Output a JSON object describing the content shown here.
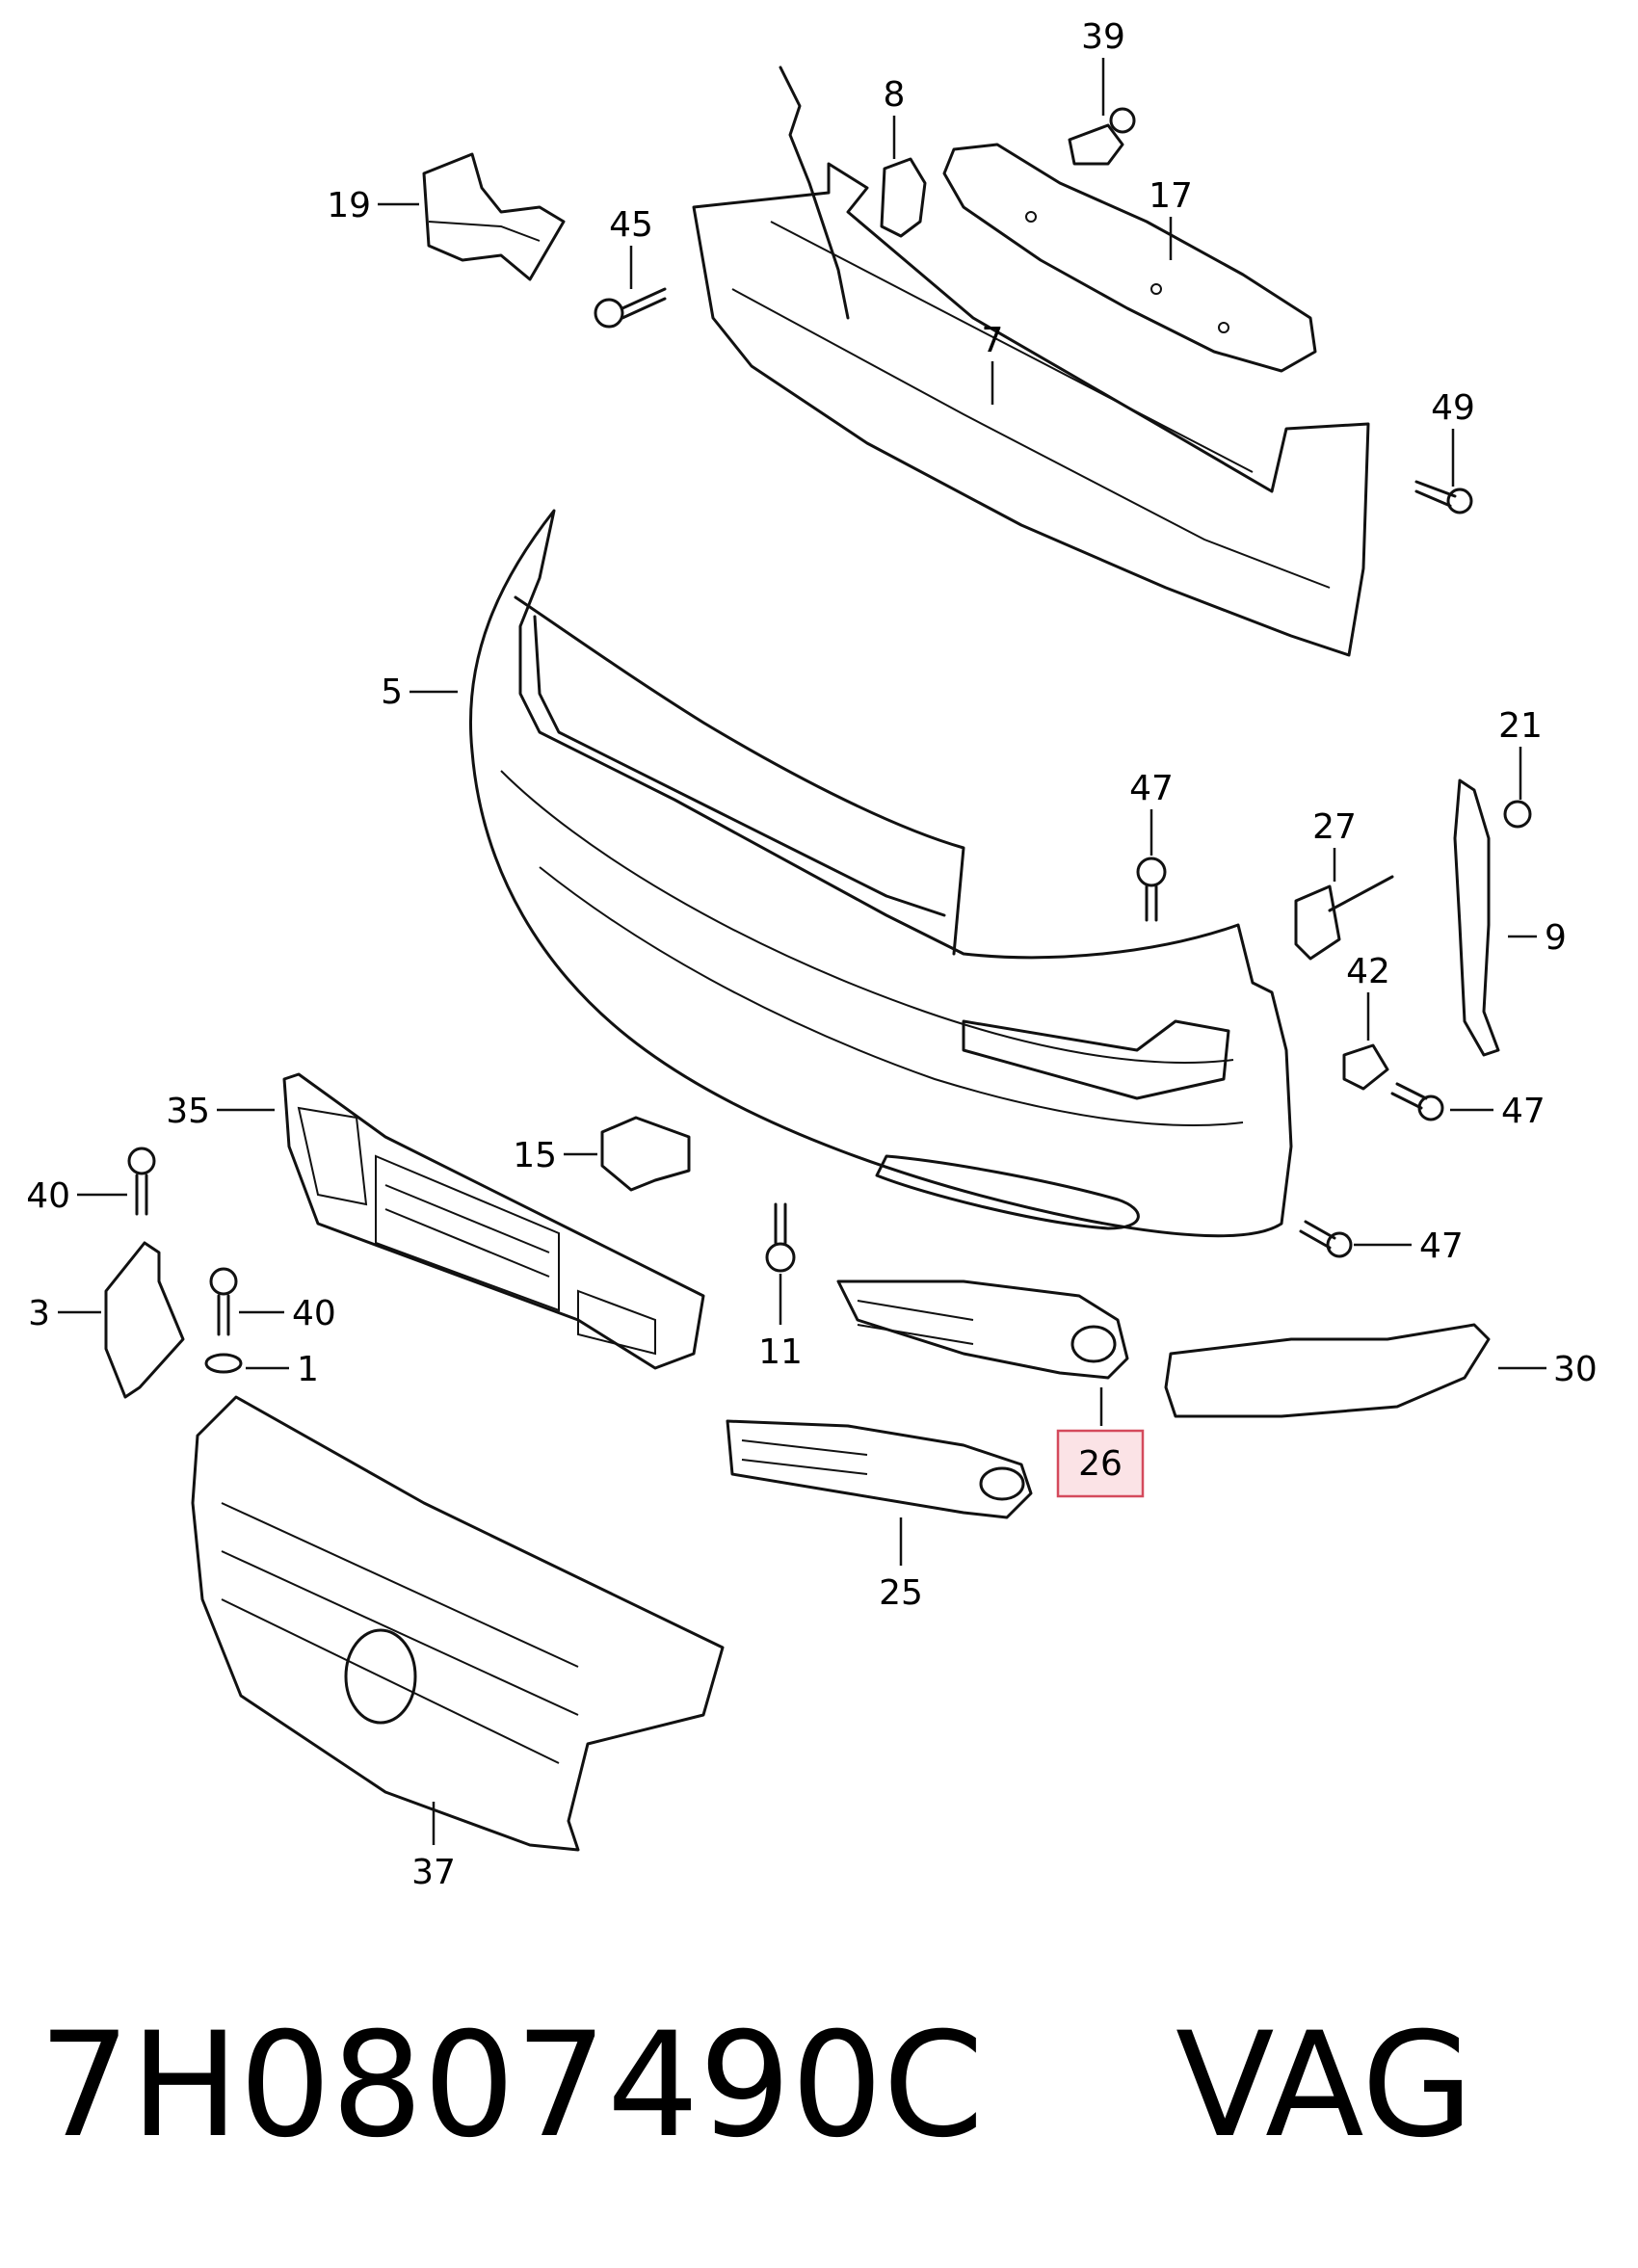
{
  "callouts": {
    "c39": "39",
    "c8": "8",
    "c17": "17",
    "c19": "19",
    "c45": "45",
    "c7": "7",
    "c49": "49",
    "c5": "5",
    "c21": "21",
    "c47a": "47",
    "c27": "27",
    "c9": "9",
    "c42": "42",
    "c47b": "47",
    "c35": "35",
    "c15": "15",
    "c47c": "47",
    "c40a": "40",
    "c3": "3",
    "c40b": "40",
    "c1": "1",
    "c11": "11",
    "c30": "30",
    "c26": "26",
    "c25": "25",
    "c37": "37"
  },
  "highlighted_part": "26",
  "footer": {
    "part_number": "7H0807490C",
    "brand": "VAG"
  },
  "colors": {
    "highlight_fill": "#fbe3e6",
    "highlight_stroke": "#d44a5c",
    "line": "#111111"
  }
}
